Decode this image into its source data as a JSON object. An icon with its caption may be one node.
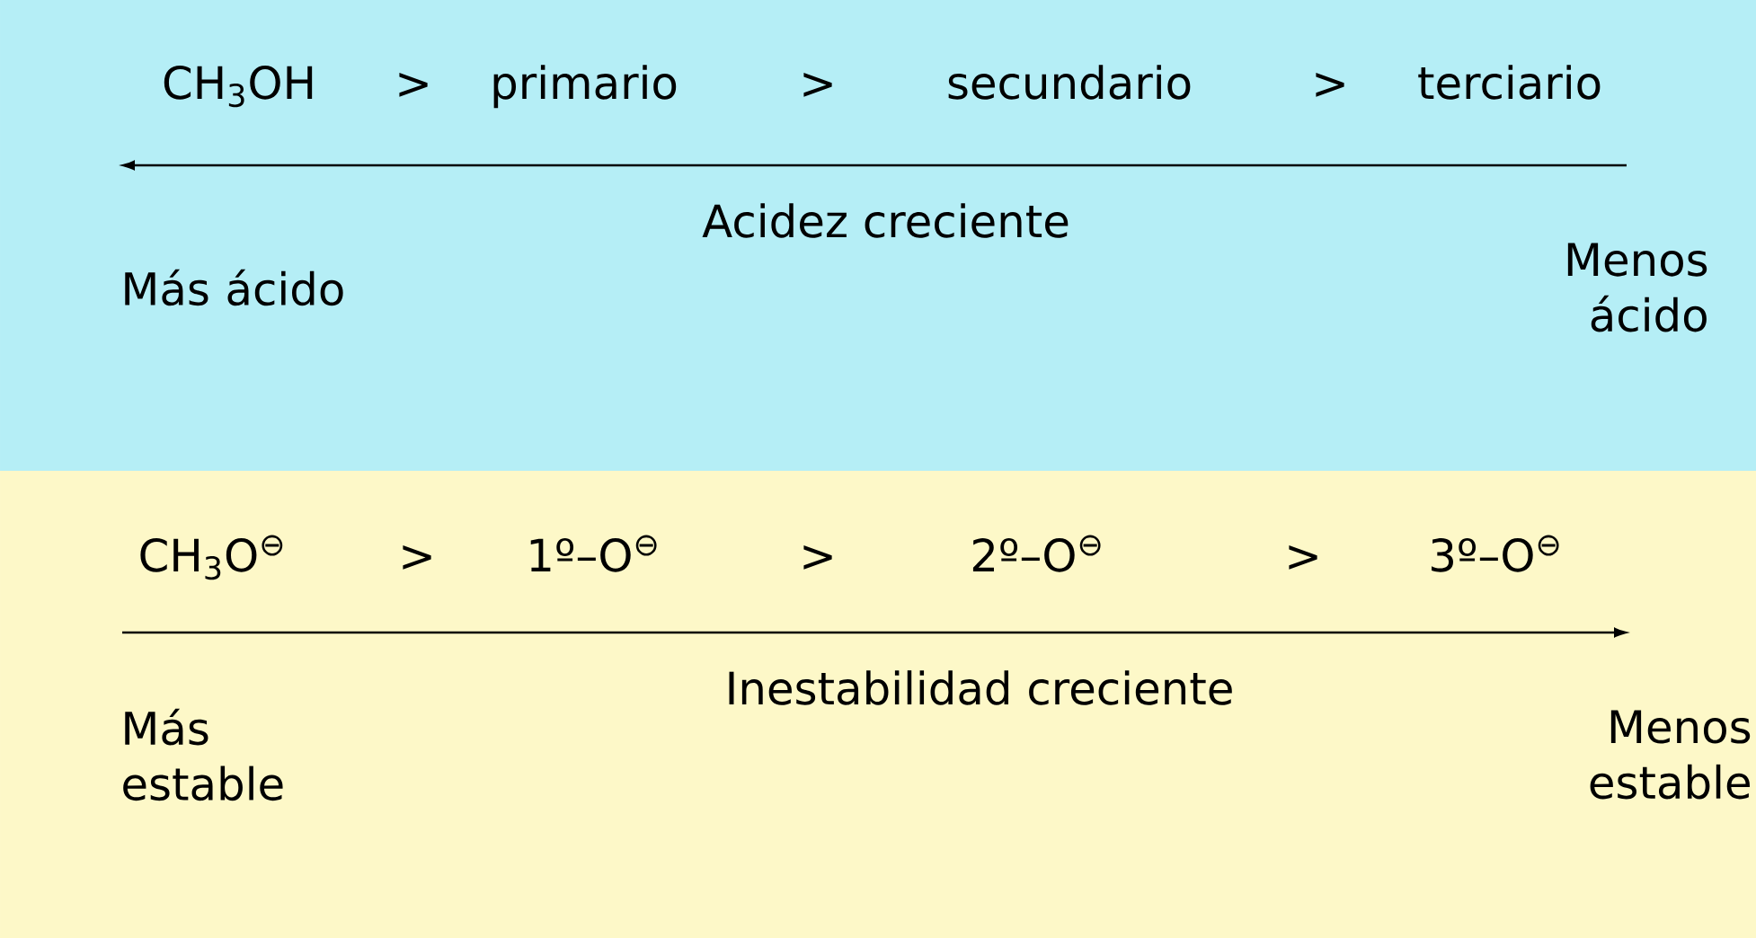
{
  "diagram": {
    "nodes": [
      {
        "text": [
          "CH$_{3}$OH",
          ">",
          "primario",
          ">",
          "secundario",
          ">",
          "terciario",
          "Acidez creciente",
          "Más ácido",
          "Menos ácido"
        ]
      },
      {
        "text": [
          "CH$_{3}$O$^{⊖}$",
          ">",
          "1º–O$^{⊖}$",
          ">",
          "2º–O$^{⊖}$",
          ">",
          "3º–O$^{⊖}$",
          "Inestabilidad creciente",
          "Más estable",
          "Menos estable"
        ]
      }
    ]
  }
}
